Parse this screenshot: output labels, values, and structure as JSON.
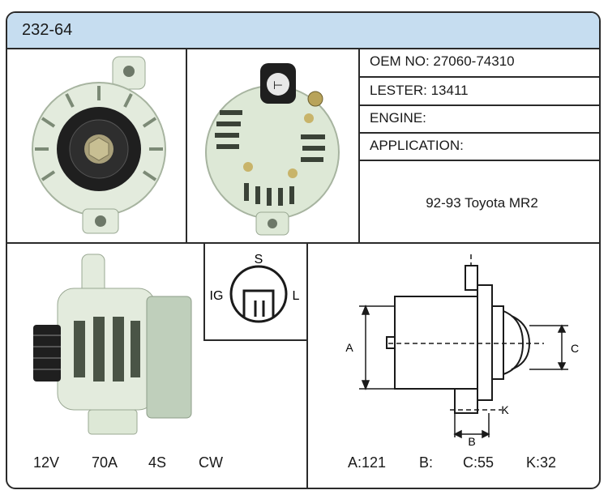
{
  "header": {
    "part_number": "232-64"
  },
  "info": {
    "oem": "OEM NO: 27060-74310",
    "lester": "LESTER: 13411",
    "engine": "ENGINE:",
    "application": "APPLICATION:",
    "application_value": "92-93 Toyota MR2"
  },
  "connector": {
    "s": "S",
    "ig": "IG",
    "l": "L"
  },
  "specs": {
    "voltage": "12V",
    "amperage": "70A",
    "grooves": "4S",
    "rotation": "CW"
  },
  "dimension_labels": {
    "a": "A",
    "b": "B",
    "c": "C",
    "k": "K"
  },
  "dimensions": {
    "a": "A:121",
    "b": "B:",
    "c": "C:55",
    "k": "K:32"
  },
  "colors": {
    "header_bg": "#c6ddf0",
    "border": "#2a2a2a",
    "housing": "#dfe8d8",
    "pulley": "#222222"
  }
}
